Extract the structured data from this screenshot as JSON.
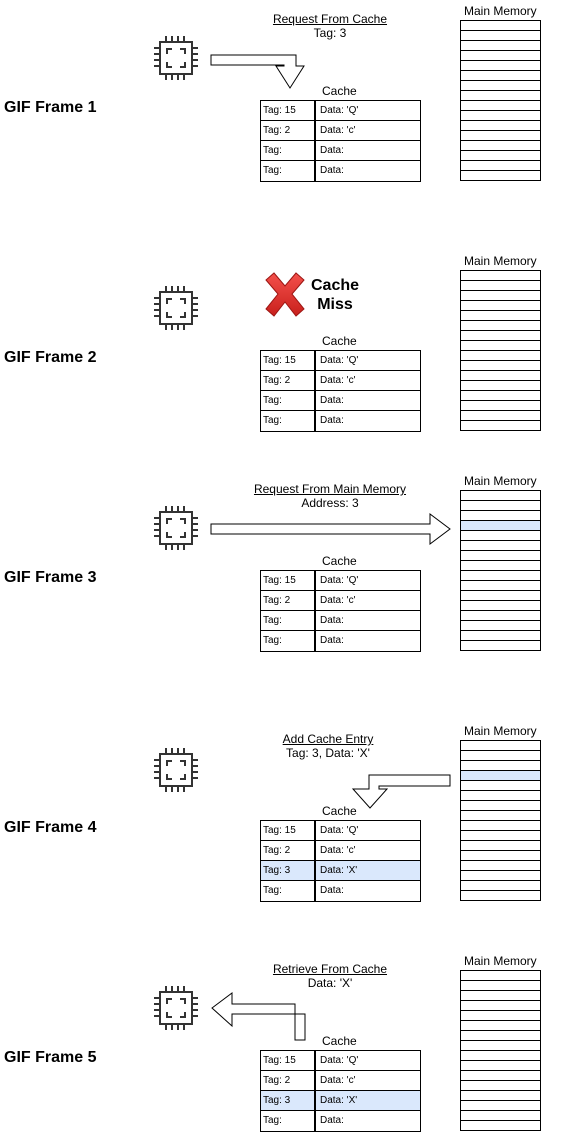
{
  "memory_title": "Main Memory",
  "cache_title": "Cache",
  "frames": [
    {
      "label": "GIF Frame 1",
      "caption_line1": "Request From Cache",
      "caption_line2": "Tag: 3",
      "cache_rows": [
        {
          "tag": "Tag: 15",
          "data": "Data: 'Q'"
        },
        {
          "tag": "Tag: 2",
          "data": "Data: 'c'"
        },
        {
          "tag": "Tag:",
          "data": "Data:"
        },
        {
          "tag": "Tag:",
          "data": "Data:"
        }
      ]
    },
    {
      "label": "GIF Frame 2",
      "miss_line1": "Cache",
      "miss_line2": "Miss",
      "cache_rows": [
        {
          "tag": "Tag: 15",
          "data": "Data: 'Q'"
        },
        {
          "tag": "Tag: 2",
          "data": "Data: 'c'"
        },
        {
          "tag": "Tag:",
          "data": "Data:"
        },
        {
          "tag": "Tag:",
          "data": "Data:"
        }
      ]
    },
    {
      "label": "GIF Frame 3",
      "caption_line1": "Request From Main Memory",
      "caption_line2": "Address: 3",
      "cache_rows": [
        {
          "tag": "Tag: 15",
          "data": "Data: 'Q'"
        },
        {
          "tag": "Tag: 2",
          "data": "Data: 'c'"
        },
        {
          "tag": "Tag:",
          "data": "Data:"
        },
        {
          "tag": "Tag:",
          "data": "Data:"
        }
      ]
    },
    {
      "label": "GIF Frame 4",
      "caption_line1": "Add Cache Entry",
      "caption_line2": "Tag: 3, Data: 'X'",
      "cache_rows": [
        {
          "tag": "Tag: 15",
          "data": "Data: 'Q'"
        },
        {
          "tag": "Tag: 2",
          "data": "Data: 'c'"
        },
        {
          "tag": "Tag: 3",
          "data": "Data: 'X'"
        },
        {
          "tag": "Tag:",
          "data": "Data:"
        }
      ]
    },
    {
      "label": "GIF Frame 5",
      "caption_line1": "Retrieve From Cache",
      "caption_line2": "Data: 'X'",
      "cache_rows": [
        {
          "tag": "Tag: 15",
          "data": "Data: 'Q'"
        },
        {
          "tag": "Tag: 2",
          "data": "Data: 'c'"
        },
        {
          "tag": "Tag: 3",
          "data": "Data: 'X'"
        },
        {
          "tag": "Tag:",
          "data": "Data:"
        }
      ]
    }
  ],
  "highlight_color": "#dae8fc",
  "miss_color": "#e0312f",
  "cpu_icon": "cpu-chip-icon"
}
